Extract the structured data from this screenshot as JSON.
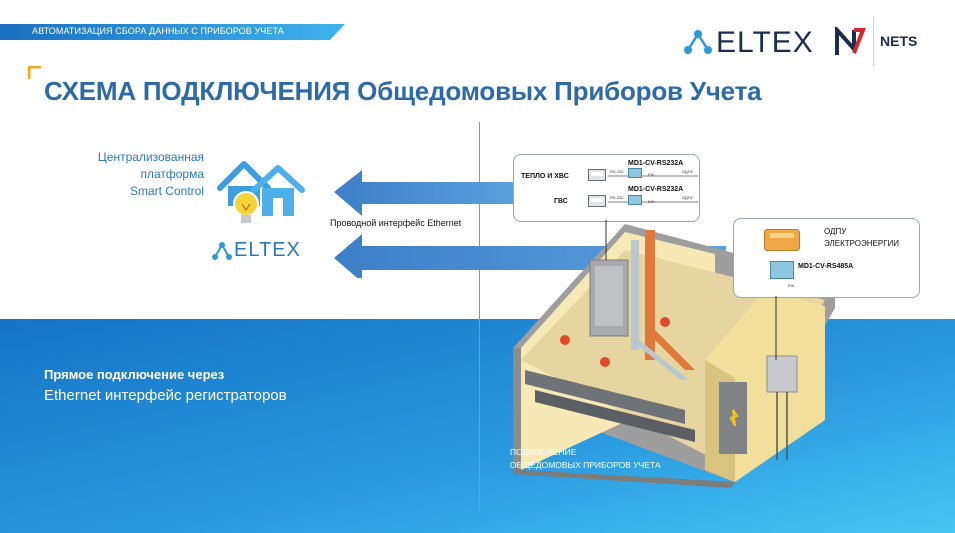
{
  "header": {
    "subtitle": "АВТОМАТИЗАЦИЯ  СБОРА ДАННЫХ С ПРИБОРОВ УЧЕТА",
    "title": "СХЕМА ПОДКЛЮЧЕНИЯ Общедомовых Приборов Учета",
    "logo_text": "ELTEX",
    "partner_text": "NETS"
  },
  "platform": {
    "line1": "Централизованная",
    "line2": "платформа",
    "line3": "Smart Control",
    "logo_text": "ELTEX"
  },
  "interface_label": "Проводной интерфейс Ethernet",
  "bottom": {
    "direct_line1": "Прямое подключение через",
    "direct_line2": "Ethernet интерфейс регистраторов",
    "connect_line1": "ПОДКЛЮЧЕНИЕ",
    "connect_line2": "ОБЩЕДОМОВЫХ  ПРИБОРОВ УЧЕТА"
  },
  "box1": {
    "row1_label": "ТЕПЛО И ХВС",
    "row1_device": "MD1-CV-RS232A",
    "row1_odpu": "ОДПУ",
    "row2_label": "ГВС",
    "row2_device": "MD1-CV-RS232A",
    "row2_odpu": "ОДПУ",
    "rs": "RS-232",
    "eth": "Eth"
  },
  "box2": {
    "title_line1": "ОДПУ",
    "title_line2": "ЭЛЕКТРОЭНЕРГИИ",
    "device": "MD1-CV-RS485A",
    "eth": "Eth"
  },
  "colors": {
    "title": "#2c6aa8",
    "accent_blue": "#1e7fd0",
    "arrow_blue": "#4a8fd0",
    "pipe_orange": "#e07a3a",
    "wall_yellow": "#f4e3a6"
  }
}
